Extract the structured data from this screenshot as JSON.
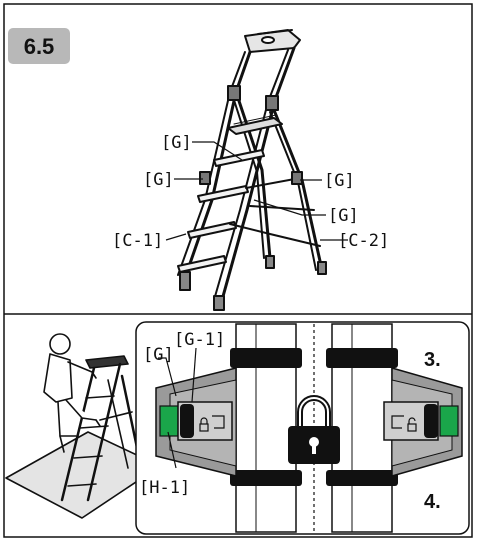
{
  "section_badge": "6.5",
  "top_labels": {
    "g_step_upper": "[G]",
    "g_left": "[G]",
    "g_right": "[G]",
    "g_lower": "[G]",
    "c1": "[C-1]",
    "c2": "[C-2]"
  },
  "detail_labels": {
    "g": "[G]",
    "g1": "[G-1]",
    "h1": "[H-1]"
  },
  "steps": {
    "step3": "3.",
    "step4": "4."
  },
  "icons": [
    "ladder-illustration",
    "person-on-ladder-illustration",
    "padlock-icon",
    "lock-icon",
    "unlock-icon"
  ],
  "colors": {
    "badge_bg": "#b8b8b8",
    "green_indicator": "#1aa64a",
    "block_gray": "#9a9a9a",
    "panel_bg": "#ffffff",
    "line": "#111111"
  }
}
